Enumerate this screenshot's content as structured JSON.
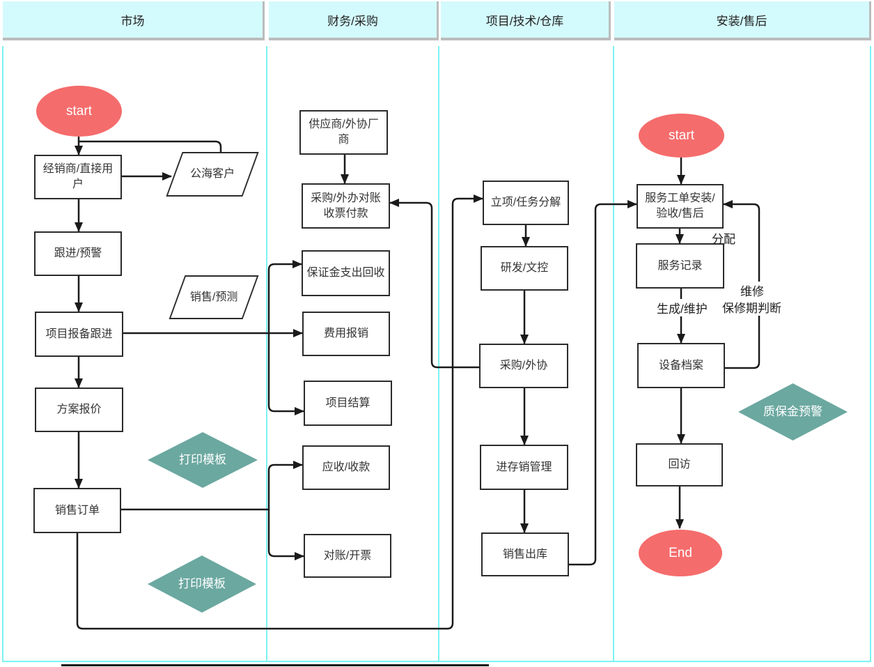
{
  "lanes": [
    {
      "label": "市场"
    },
    {
      "label": "财务/采购"
    },
    {
      "label": "项目/技术/仓库"
    },
    {
      "label": "安装/售后"
    }
  ],
  "nodes": {
    "start_market": {
      "label": "start"
    },
    "dealer": {
      "label": "经销商/直接用户"
    },
    "public_pool": {
      "label": "公海客户"
    },
    "follow_up": {
      "label": "跟进/预警"
    },
    "sales_forecast": {
      "label": "销售/预测"
    },
    "project_report": {
      "label": "项目报备跟进"
    },
    "quotation": {
      "label": "方案报价"
    },
    "print_template_1": {
      "label": "打印模板"
    },
    "sales_order": {
      "label": "销售订单"
    },
    "print_template_2": {
      "label": "打印模板"
    },
    "supplier": {
      "label": "供应商/外协厂商"
    },
    "purchase_pay": {
      "label": "采购/外办对账收票付款"
    },
    "deposit": {
      "label": "保证金支出回收"
    },
    "expense": {
      "label": "费用报销"
    },
    "settlement": {
      "label": "项目结算"
    },
    "receivable": {
      "label": "应收/收款"
    },
    "invoice": {
      "label": "对账/开票"
    },
    "initiation": {
      "label": "立项/任务分解"
    },
    "rd_doc": {
      "label": "研发/文控"
    },
    "purchase_outsource": {
      "label": "采购/外协"
    },
    "inventory": {
      "label": "进存销管理"
    },
    "sales_outbound": {
      "label": "销售出库"
    },
    "start_service": {
      "label": "start"
    },
    "service_ticket": {
      "label": "服务工单安装/验收/售后"
    },
    "service_record": {
      "label": "服务记录"
    },
    "device_archive": {
      "label": "设备档案"
    },
    "warranty_warning": {
      "label": "质保金预警"
    },
    "return_visit": {
      "label": "回访"
    },
    "end": {
      "label": "End"
    }
  },
  "edge_labels": {
    "assign": "分配",
    "generate_maintain": "生成/维护",
    "repair": "维修",
    "warranty_judge": "保修期判断"
  },
  "colors": {
    "terminal_fill": "#f56c6c",
    "decision_fill": "#6ba8a0",
    "lane_line": "#7ef2f2",
    "header_fill": "#d3fafc",
    "connector": "#1a1a1a"
  }
}
